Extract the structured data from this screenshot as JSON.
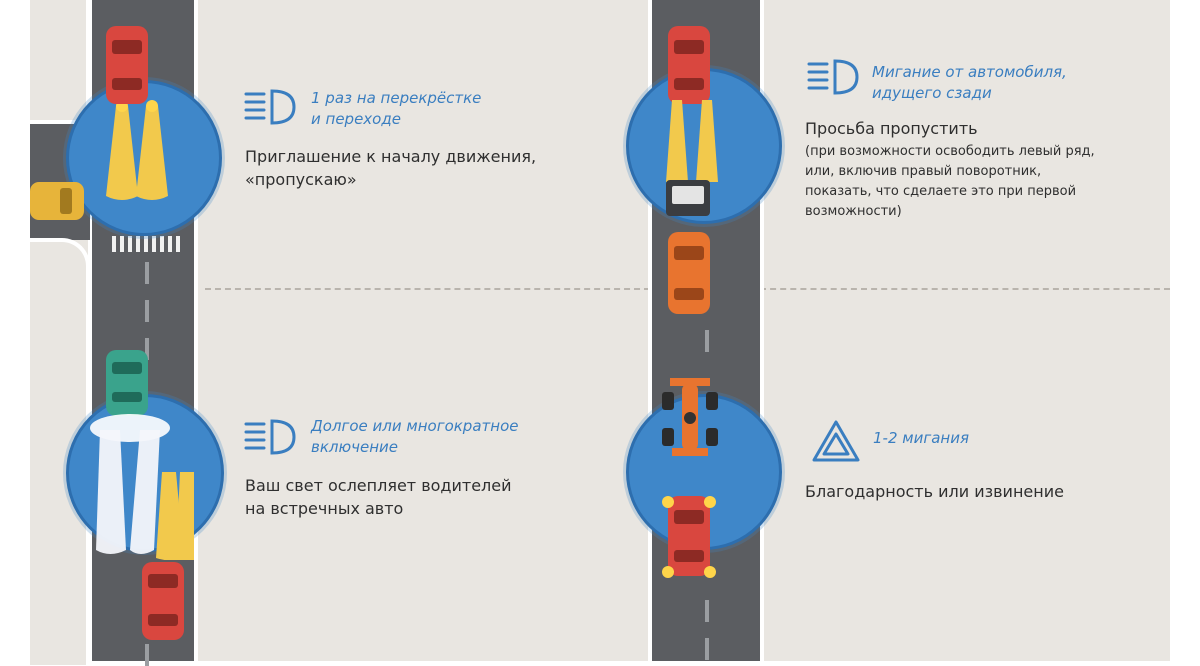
{
  "blocks": [
    {
      "icon": "headlight-icon",
      "title": "1 раз на перекрёстке\nи переходе",
      "description": "Приглашение к началу движения,\n«пропускаю»"
    },
    {
      "icon": "headlight-icon",
      "title": "Мигание от автомобиля,\nидущего сзади",
      "description": "Просьба пропустить",
      "note": "(при возможности освободить левый ряд,\nили, включив правый поворотник,\nпоказать, что сделаете это при первой\nвозможности)"
    },
    {
      "icon": "headlight-icon",
      "title": "Долгое или многократное\nвключение",
      "description": "Ваш свет ослепляет водителей\nна встречных авто"
    },
    {
      "icon": "hazard-triangle-icon",
      "title": "1-2 мигания",
      "description": "Благодарность или извинение"
    }
  ],
  "colors": {
    "background": "#e9e6e1",
    "road": "#5b5d61",
    "circle": "#3f87c9",
    "title": "#3a7ec0",
    "beam": "#f2c94c",
    "car_red": "#d9473f",
    "car_orange": "#e8742f",
    "car_teal": "#3aa38c",
    "car_yellow": "#e7b43a"
  }
}
